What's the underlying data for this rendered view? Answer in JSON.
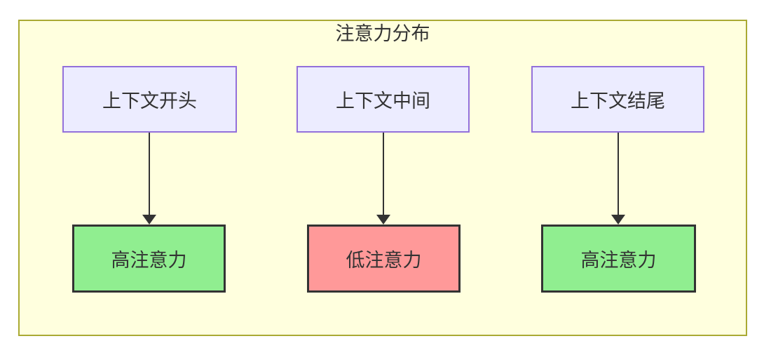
{
  "diagram": {
    "title": "注意力分布",
    "nodes": {
      "top": [
        {
          "id": "context-start",
          "label": "上下文开头"
        },
        {
          "id": "context-middle",
          "label": "上下文中间"
        },
        {
          "id": "context-end",
          "label": "上下文结尾"
        }
      ],
      "bottom": [
        {
          "id": "attention-start",
          "label": "高注意力",
          "level": "high"
        },
        {
          "id": "attention-middle",
          "label": "低注意力",
          "level": "low"
        },
        {
          "id": "attention-end",
          "label": "高注意力",
          "level": "high"
        }
      ]
    },
    "edges": [
      {
        "from": "上下文开头",
        "to": "高注意力"
      },
      {
        "from": "上下文中间",
        "to": "低注意力"
      },
      {
        "from": "上下文结尾",
        "to": "高注意力"
      }
    ],
    "colors": {
      "container_bg": "#FFFFDE",
      "container_border": "#AAAA33",
      "context_node_bg": "#ECECFF",
      "context_node_border": "#9370DB",
      "high_attention_bg": "#90EE90",
      "low_attention_bg": "#FF9999",
      "node_border_dark": "#333333",
      "text": "#333333",
      "arrow": "#333333"
    }
  }
}
